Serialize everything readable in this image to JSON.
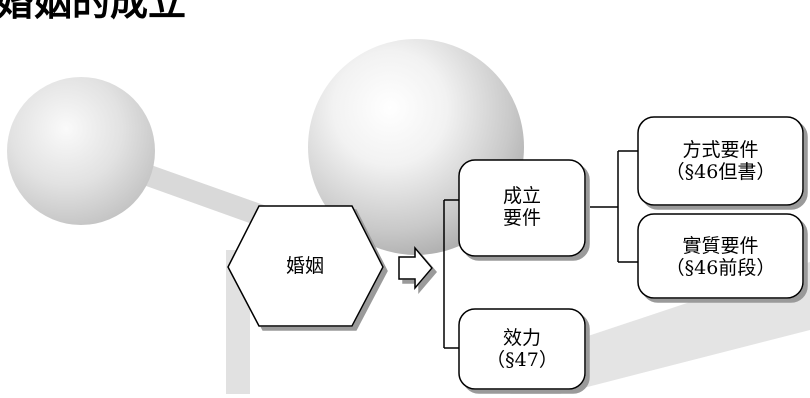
{
  "title": "婚姻的成立",
  "nodes": {
    "marriage": {
      "label": "婚姻"
    },
    "formation": {
      "line1": "成立",
      "line2": "要件"
    },
    "formal": {
      "line1": "方式要件",
      "line2": "（§46但書）"
    },
    "substantive": {
      "line1": "實質要件",
      "line2": "（§46前段）"
    },
    "effect": {
      "line1": "效力",
      "line2": "（§47）"
    }
  }
}
